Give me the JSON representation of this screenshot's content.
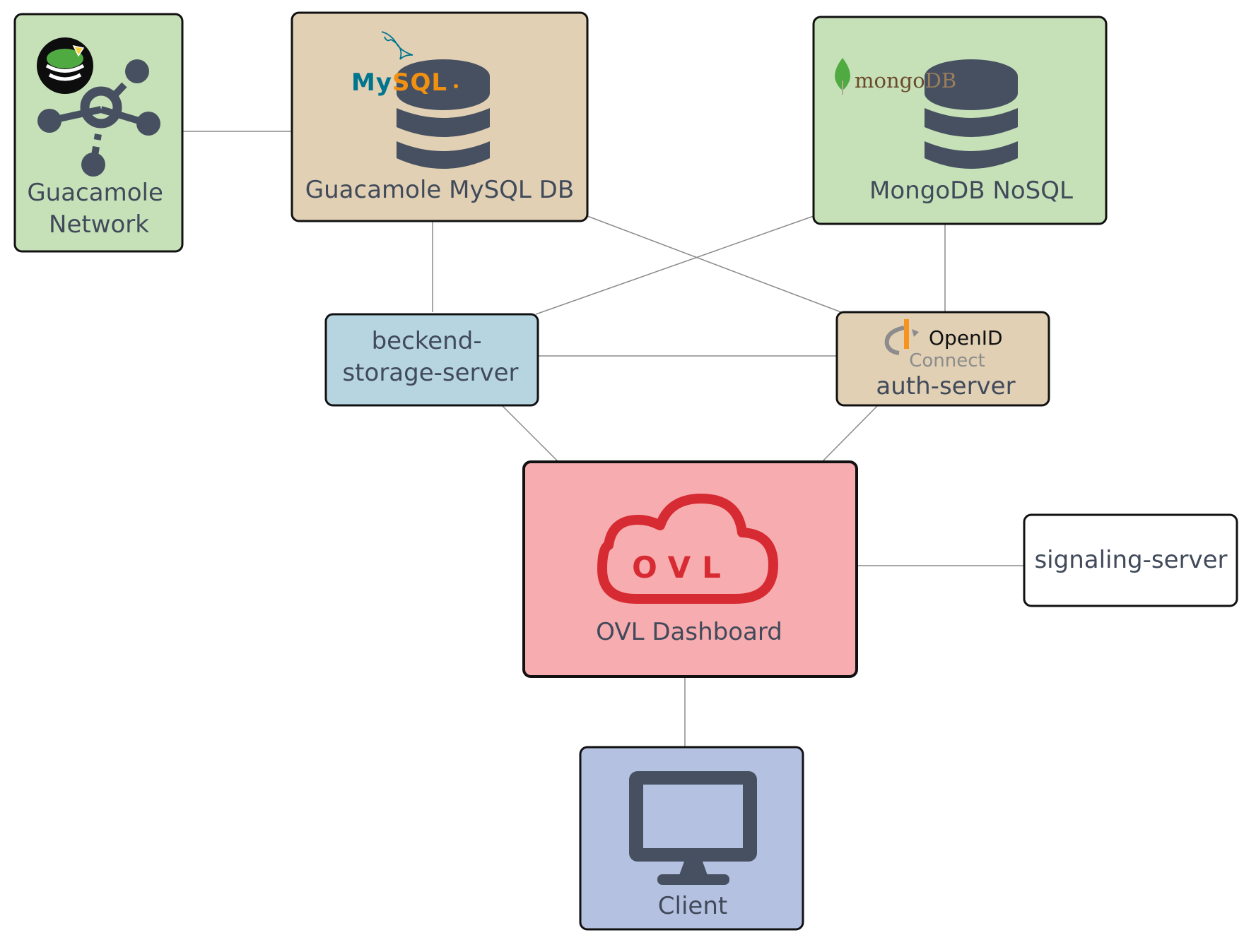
{
  "colors": {
    "edge": "#8a8a8a",
    "border": "#111111",
    "icon_dark": "#475060",
    "label_text": "#414a5a",
    "guacamole_fill": "#c6e1b8",
    "mysql_fill": "#e1d0b4",
    "mongodb_fill": "#c6e1b8",
    "backend_fill": "#b6d5e1",
    "auth_fill": "#e1d0b4",
    "dashboard_fill": "#f7acaf",
    "signaling_fill": "#ffffff",
    "client_fill": "#b5c1e1",
    "ovl_red": "#d62b32",
    "mysql_blue": "#00758f",
    "mysql_orange": "#f29111",
    "mongo_green": "#4faa41",
    "mongo_text": "#6b4a2b",
    "openid_orange": "#f7931e",
    "openid_grey": "#8c8c8c"
  },
  "nodes": [
    {
      "id": "guacamole",
      "label_lines": [
        "Guacamole",
        "Network"
      ],
      "icon": "guacamole-network-icon"
    },
    {
      "id": "mysql",
      "label_lines": [
        "Guacamole MySQL DB"
      ],
      "icon": "database-icon",
      "logo_text": "MySQL"
    },
    {
      "id": "mongodb",
      "label_lines": [
        "MongoDB NoSQL"
      ],
      "icon": "database-icon",
      "logo_text": [
        "mongo",
        "DB"
      ]
    },
    {
      "id": "backend",
      "label_lines": [
        "beckend-",
        "storage-server"
      ]
    },
    {
      "id": "auth",
      "label_lines": [
        "auth-server"
      ],
      "logo_text": [
        "OpenID",
        "Connect"
      ]
    },
    {
      "id": "dashboard",
      "label_lines": [
        "OVL Dashboard"
      ],
      "icon": "ovl-cloud-icon",
      "logo_text": "OVL"
    },
    {
      "id": "signaling",
      "label_lines": [
        "signaling-server"
      ]
    },
    {
      "id": "client",
      "label_lines": [
        "Client"
      ],
      "icon": "monitor-icon"
    }
  ],
  "edges": [
    {
      "from": "guacamole",
      "to": "mysql"
    },
    {
      "from": "mysql",
      "to": "backend"
    },
    {
      "from": "mysql",
      "to": "auth"
    },
    {
      "from": "mongodb",
      "to": "backend"
    },
    {
      "from": "mongodb",
      "to": "auth"
    },
    {
      "from": "backend",
      "to": "auth"
    },
    {
      "from": "backend",
      "to": "dashboard"
    },
    {
      "from": "auth",
      "to": "dashboard"
    },
    {
      "from": "dashboard",
      "to": "signaling"
    },
    {
      "from": "dashboard",
      "to": "client"
    }
  ]
}
